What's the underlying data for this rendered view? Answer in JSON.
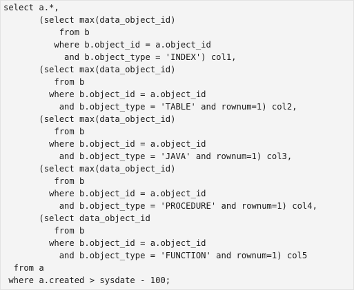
{
  "code": {
    "lines": [
      "select a.*,",
      "       (select max(data_object_id)",
      "           from b",
      "          where b.object_id = a.object_id",
      "            and b.object_type = 'INDEX') col1,",
      "       (select max(data_object_id)",
      "          from b",
      "         where b.object_id = a.object_id",
      "           and b.object_type = 'TABLE' and rownum=1) col2,",
      "       (select max(data_object_id)",
      "          from b",
      "         where b.object_id = a.object_id",
      "           and b.object_type = 'JAVA' and rownum=1) col3,",
      "       (select max(data_object_id)",
      "          from b",
      "         where b.object_id = a.object_id",
      "           and b.object_type = 'PROCEDURE' and rownum=1) col4,",
      "       (select data_object_id",
      "          from b",
      "         where b.object_id = a.object_id",
      "           and b.object_type = 'FUNCTION' and rownum=1) col5",
      "  from a",
      " where a.created > sysdate - 100;"
    ]
  }
}
